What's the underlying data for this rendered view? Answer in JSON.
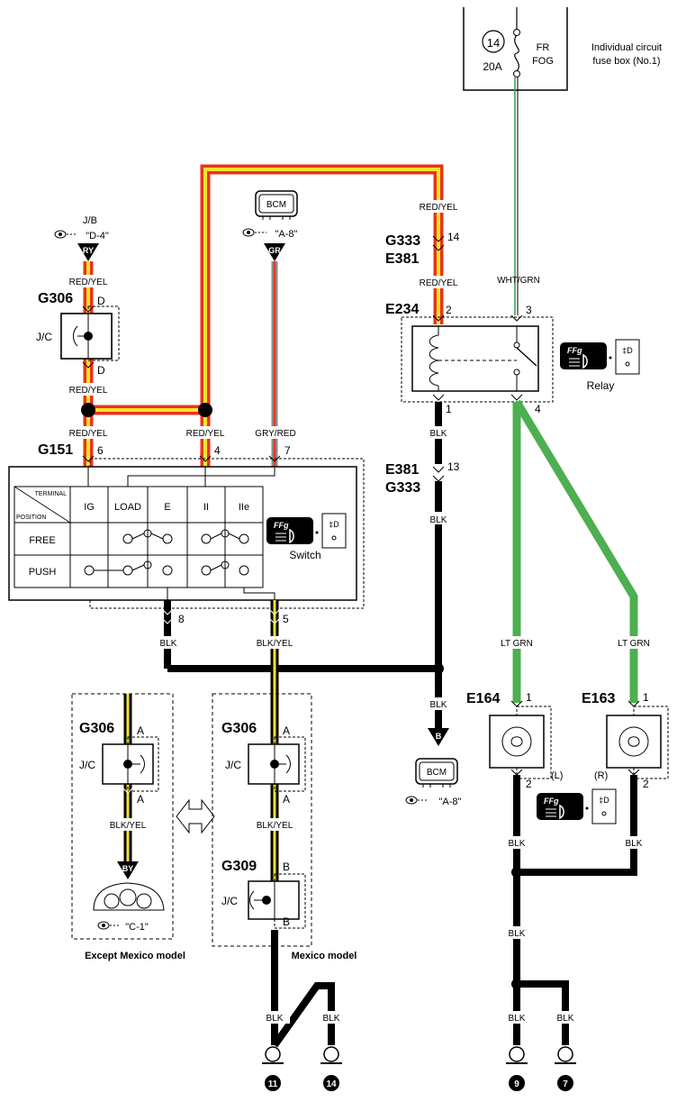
{
  "fuse_box": {
    "number": "14",
    "rating": "20A",
    "name_line1": "FR",
    "name_line2": "FOG",
    "caption_line1": "Individual circuit",
    "caption_line2": "fuse box (No.1)"
  },
  "refs": {
    "jb": "J/B",
    "jb_ref": "\"D-4\"",
    "jb_badge": "RY",
    "bcm_top": "BCM",
    "bcm_top_ref": "\"A-8\"",
    "bcm_top_badge": "GR",
    "bcm_bottom": "BCM",
    "bcm_bottom_ref": "\"A-8\"",
    "bcm_bottom_badge": "B",
    "cluster_ref": "\"C-1\"",
    "cluster_badge": "BY"
  },
  "connectors": {
    "g333": "G333",
    "e381": "E381",
    "e234": "E234",
    "g306": "G306",
    "g151": "G151",
    "e381b": "E381",
    "g333b": "G333",
    "e164": "E164",
    "e163": "E163",
    "g306a": "G306",
    "g306b": "G306",
    "g309": "G309"
  },
  "pins": {
    "p14": "14",
    "p2": "2",
    "p3": "3",
    "p1": "1",
    "p4": "4",
    "p13": "13",
    "g306_top": "D",
    "g306_bot": "D",
    "g151_6": "6",
    "g151_4": "4",
    "g151_7": "7",
    "sw8": "8",
    "sw5": "5",
    "e164_1": "1",
    "e164_2": "2",
    "e163_1": "1",
    "e163_2": "2",
    "g306a_a1": "A",
    "g306a_a2": "A",
    "g306b_a1": "A",
    "g306b_a2": "A",
    "g309_b1": "B",
    "g309_b2": "B"
  },
  "wires": {
    "ry_top": "RED/YEL",
    "ry_mid": "RED/YEL",
    "ry_bot": "RED/YEL",
    "ry_sw6": "RED/YEL",
    "ry_sw4": "RED/YEL",
    "gr_sw7": "GRY/RED",
    "relay_in1": "RED/YEL",
    "relay_in2": "RED/YEL",
    "wht_grn": "WHT/GRN",
    "blk_relay1": "BLK",
    "blk_relay2": "BLK",
    "blk_sw8": "BLK",
    "blk_yel_sw5": "BLK/YEL",
    "blk_bcm": "BLK",
    "lt_grn_l": "LT GRN",
    "lt_grn_r": "LT GRN",
    "blk_e164": "BLK",
    "blk_e163": "BLK",
    "blk_join": "BLK",
    "blk_g9": "BLK",
    "blk_g7": "BLK",
    "blk_yel_a": "BLK/YEL",
    "blk_yel_b": "BLK/YEL",
    "blk_g11": "BLK",
    "blk_g14": "BLK"
  },
  "labels": {
    "jc1": "J/C",
    "jc2": "J/C",
    "jc3": "J/C",
    "jc4": "J/C",
    "relay": "Relay",
    "switch": "Switch",
    "lamp_l": "(L)",
    "lamp_r": "(R)",
    "except_mexico": "Except Mexico model",
    "mexico": "Mexico model",
    "ffg": "FFg"
  },
  "switch_table": {
    "corner_top": "TERMINAL",
    "corner_bottom": "POSITION",
    "columns": [
      "IG",
      "LOAD",
      "E",
      "II",
      "IIe"
    ],
    "rows": [
      "FREE",
      "PUSH"
    ]
  },
  "grounds": [
    "11",
    "14",
    "9",
    "7"
  ],
  "colors": {
    "red": "#e8341c",
    "yellow": "#f4e42a",
    "green": "#4caf50",
    "gray": "#8a8a8a",
    "black": "#000000",
    "white_green": "#2e9a4a"
  }
}
